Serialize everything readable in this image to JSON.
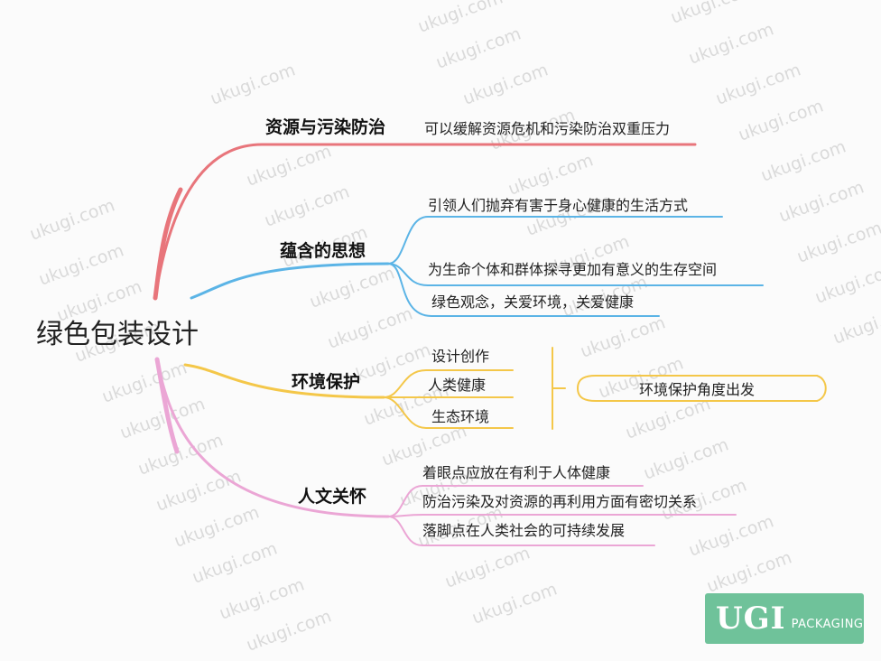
{
  "root": "绿色包装设计",
  "colors": {
    "red": "#e8757b",
    "blue": "#5bb4e6",
    "yellow": "#f4c749",
    "pink": "#eba6d5",
    "logo_bg": "#6fc29a"
  },
  "branches": [
    {
      "key": "b1",
      "label": "资源与污染防治",
      "color": "red",
      "leaves": [
        "可以缓解资源危机和污染防治双重压力"
      ]
    },
    {
      "key": "b2",
      "label": "蕴含的思想",
      "color": "blue",
      "leaves": [
        "引领人们抛弃有害于身心健康的生活方式",
        "为生命个体和群体探寻更加有意义的生存空间",
        "绿色观念，关爱环境，关爱健康"
      ]
    },
    {
      "key": "b3",
      "label": "环境保护",
      "color": "yellow",
      "leaves": [
        "设计创作",
        "人类健康",
        "生态环境"
      ],
      "summary": "环境保护角度出发"
    },
    {
      "key": "b4",
      "label": "人文关怀",
      "color": "pink",
      "leaves": [
        "着眼点应放在有利于人体健康",
        "防治污染及对资源的再利用方面有密切关系",
        "落脚点在人类社会的可持续发展"
      ]
    }
  ],
  "watermark": "ukugi.com",
  "logo": {
    "brand": "UGI",
    "sub": "PACKAGING"
  }
}
